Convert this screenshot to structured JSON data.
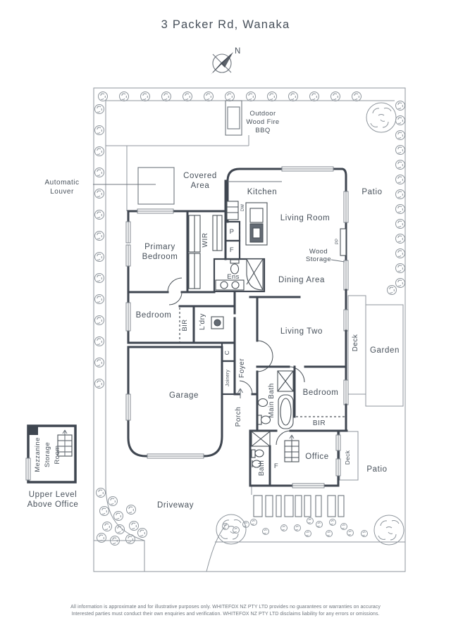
{
  "title": "3 Packer Rd, Wanaka",
  "compass": {
    "north": "N"
  },
  "colors": {
    "wall": "#3f4650",
    "text": "#47505a",
    "landscape": "#8f969d"
  },
  "callouts": {
    "automatic_louver": {
      "line1": "Automatic",
      "line2": "Louver"
    },
    "wood_storage": {
      "line1": "Wood",
      "line2": "Storage"
    }
  },
  "plan": {
    "outdoor_bbq": {
      "line1": "Outdoor",
      "line2": "Wood Fire",
      "line3": "BBQ"
    },
    "covered_area": {
      "line1": "Covered",
      "line2": "Area"
    },
    "kitchen": "Kitchen",
    "dw": "DW",
    "pantry": "P",
    "fridge": "F",
    "living_room": "Living Room",
    "patio_top": "Patio",
    "pp": "PP",
    "primary_bedroom": {
      "line1": "Primary",
      "line2": "Bedroom"
    },
    "wir": "WIR",
    "ens": "Ens",
    "dining_area": "Dining Area",
    "bedroom_mid": "Bedroom",
    "bir_mid": "BIR",
    "laundry": "L'dry",
    "living_two": "Living Two",
    "deck_right": "Deck",
    "garden": "Garden",
    "garage": "Garage",
    "cupboard": "C",
    "joinery": "Joinery",
    "foyer": "Foyer",
    "porch": "Porch",
    "main_bath": "Main Bath",
    "bedroom_bottom": "Bedroom",
    "bir_bottom": "BIR",
    "bath": "Bath",
    "fridge_2": "F",
    "office": "Office",
    "deck_bottom": "Deck",
    "patio_bottom": "Patio",
    "driveway": "Driveway"
  },
  "mezzanine": {
    "line1": "Mezzanine",
    "line2": "Storage",
    "line3": "Room",
    "caption1": "Upper Level",
    "caption2": "Above Office"
  },
  "footer": {
    "line1": "All information is approximate and for illustrative purposes only. WHITEFOX NZ PTY LTD provides no guarantees or warranties on accuracy",
    "line2": "Interested parties must conduct their own enquiries and verification. WHITEFOX NZ PTY LTD disclaims liability for any errors or omissions."
  }
}
